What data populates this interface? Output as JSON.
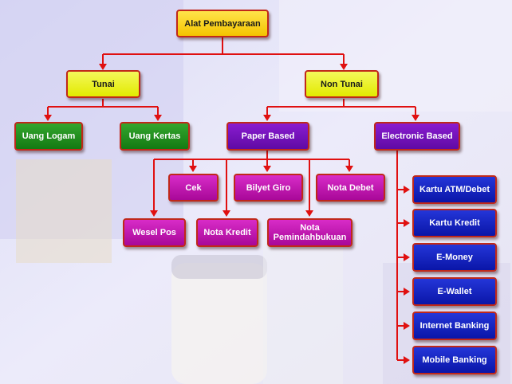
{
  "root": {
    "label": "Alat Pembayaraan"
  },
  "level1": {
    "tunai": "Tunai",
    "non_tunai": "Non Tunai"
  },
  "tunai_children": {
    "uang_logam": "Uang Logam",
    "uang_kertas": "Uang Kertas"
  },
  "non_tunai_children": {
    "paper_based": "Paper Based",
    "electronic_based": "Electronic Based"
  },
  "paper_based_items": {
    "cek": "Cek",
    "bilyet_giro": "Bilyet Giro",
    "nota_debet": "Nota Debet",
    "wesel_pos": "Wesel Pos",
    "nota_kredit": "Nota Kredit",
    "nota_pemindahbukuan": "Nota Pemindahbukuan"
  },
  "electronic_items": {
    "kartu_atm_debet": "Kartu ATM/Debet",
    "kartu_kredit": "Kartu Kredit",
    "e_money": "E-Money",
    "e_wallet": "E-Wallet",
    "internet_banking": "Internet Banking",
    "mobile_banking": "Mobile Banking"
  },
  "colors": {
    "connector": "#e01010",
    "node_border": "#c0281a"
  }
}
